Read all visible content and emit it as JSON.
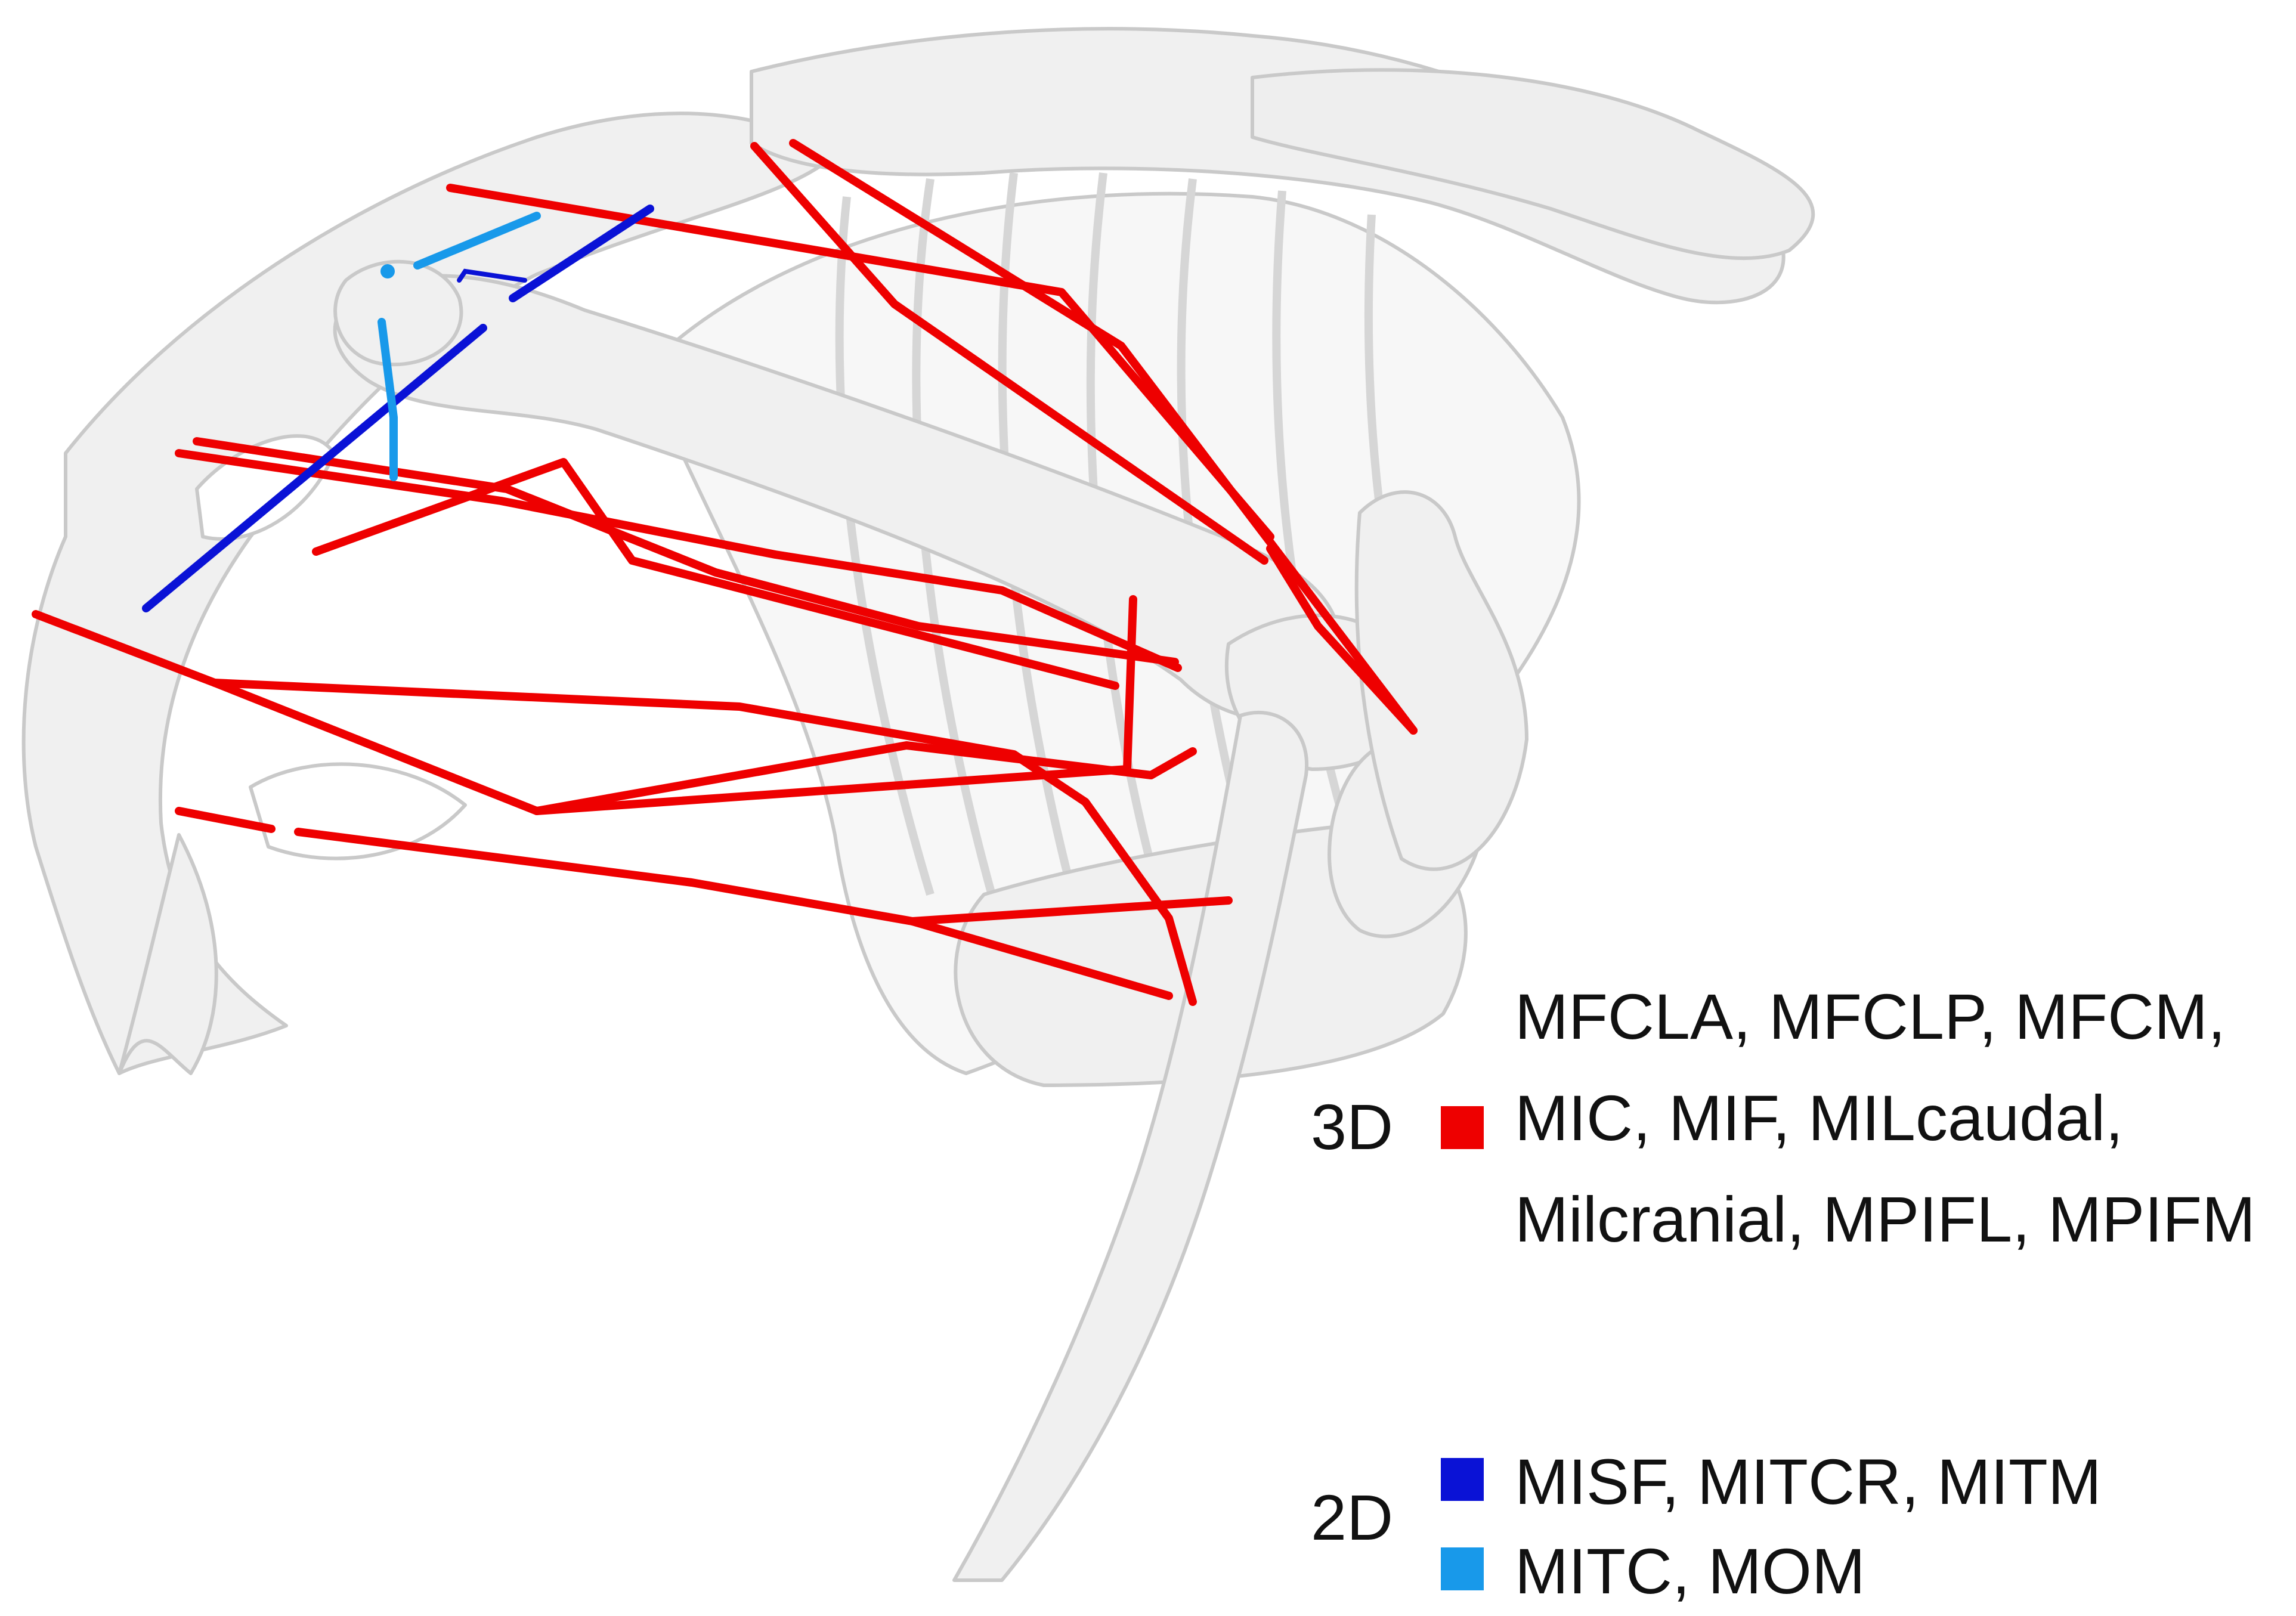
{
  "legend": {
    "groups": [
      {
        "dimension": "3D",
        "items": [
          {
            "color": "#ee0000",
            "lines": [
              "MFCLA, MFCLP, MFCM,",
              "MIC, MIF, MILcaudal,",
              "Milcranial, MPIFL, MPIFM"
            ]
          }
        ]
      },
      {
        "dimension": "2D",
        "items": [
          {
            "color": "#0a12d6",
            "lines": [
              "MISF, MITCR, MITM"
            ]
          },
          {
            "color": "#1899ea",
            "lines": [
              "MITC, MOM"
            ]
          }
        ]
      }
    ]
  },
  "colors": {
    "bone": "#f0f0f0",
    "bone_stroke": "#c9c9c9",
    "muscle_3d": "#ee0000",
    "muscle_2d_dark": "#0a12d6",
    "muscle_2d_light": "#1899ea"
  }
}
